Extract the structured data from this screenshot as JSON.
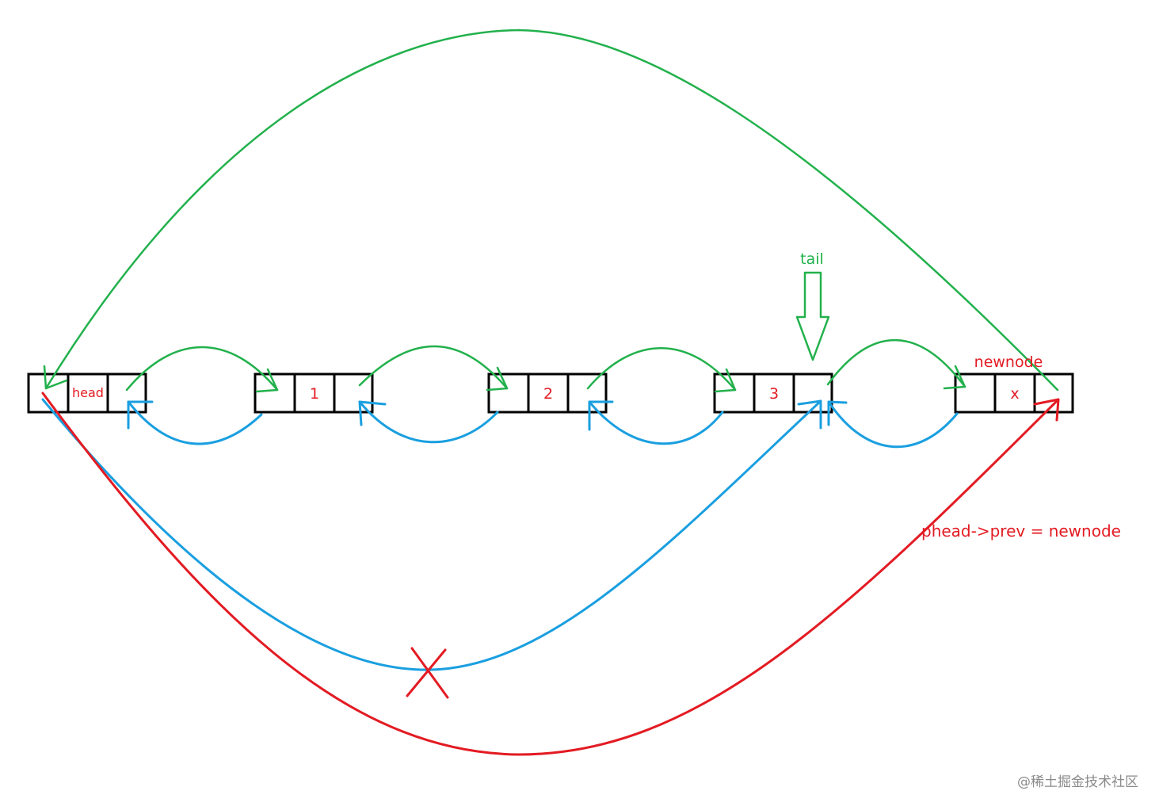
{
  "nodes": [
    {
      "label": "head"
    },
    {
      "label": "1"
    },
    {
      "label": "2"
    },
    {
      "label": "3"
    },
    {
      "label": "x"
    }
  ],
  "labels": {
    "tail": "tail",
    "newnode": "newnode",
    "assignment": "phead->prev = newnode"
  },
  "watermark": "@稀土掘金技术社区",
  "colors": {
    "next_link": "#22b14c",
    "prev_link": "#1a9fe0",
    "new_link": "#e31b23",
    "removed_mark": "#e31b23",
    "cell_border": "#000000"
  }
}
